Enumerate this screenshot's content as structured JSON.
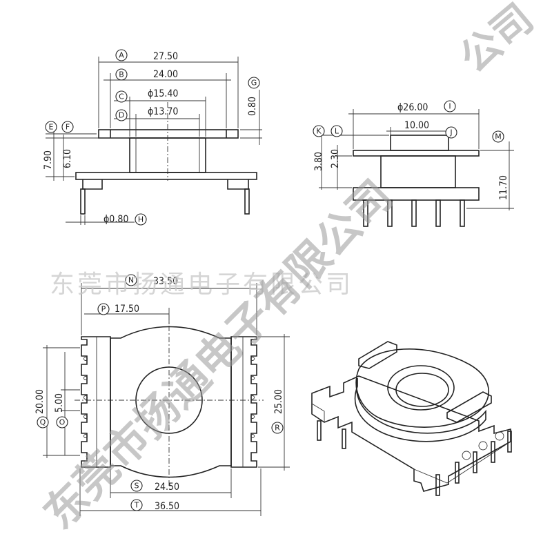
{
  "watermarks": {
    "company_line": "东莞市扬通电子有限公司",
    "diagonal": "东莞市扬通电子有限公司",
    "corner": "公司"
  },
  "dimensions": {
    "A": "27.50",
    "B": "24.00",
    "C": "ϕ15.40",
    "D": "ϕ13.70",
    "G": "0.80",
    "E": "7.90",
    "F": "6.10",
    "H": "ϕ0.80",
    "I": "ϕ26.00",
    "J": "10.00",
    "K": "3.80",
    "L": "2.30",
    "M": "11.70",
    "N": "33.50",
    "P": "17.50",
    "Q": "20.00",
    "O": "5.00",
    "R": "25.00",
    "S": "24.50",
    "T": "36.50"
  },
  "labels": {
    "A": "A",
    "B": "B",
    "C": "C",
    "D": "D",
    "E": "E",
    "F": "F",
    "G": "G",
    "H": "H",
    "I": "I",
    "J": "J",
    "K": "K",
    "L": "L",
    "M": "M",
    "N": "N",
    "O": "O",
    "P": "P",
    "Q": "Q",
    "R": "R",
    "S": "S",
    "T": "T"
  }
}
